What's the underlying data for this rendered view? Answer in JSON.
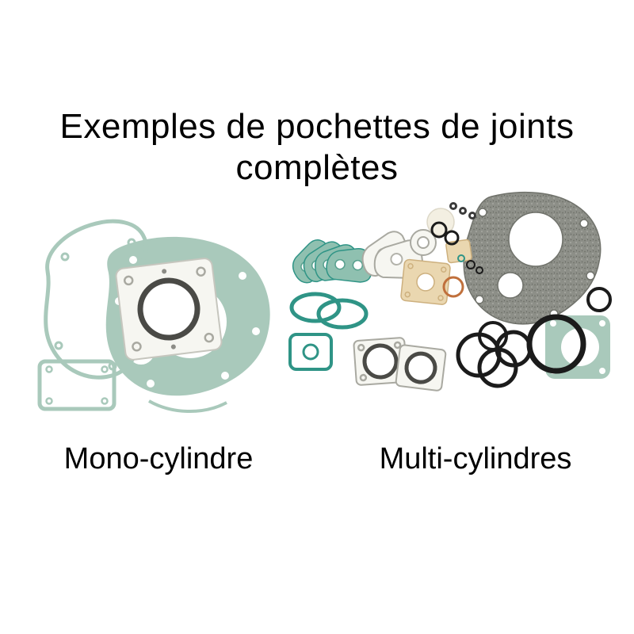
{
  "title": {
    "line1": "Exemples de pochettes de joints",
    "line2": "complètes"
  },
  "sections": {
    "mono": {
      "label": "Mono-cylindre",
      "image": "mono-cylinder-gasket-kit-photo"
    },
    "multi": {
      "label": "Multi-cylindres",
      "image": "multi-cylinder-gasket-kit-photo"
    }
  },
  "colors": {
    "background": "#ffffff",
    "text": "#000000",
    "gasket_teal": "#a9c9bb",
    "gasket_teal_mid": "#8fc0b0",
    "gasket_teal_dark": "#2f9486",
    "gasket_gray": "#8d8f88",
    "gasket_gray_dark": "#70726b",
    "gasket_tan": "#ead7b0",
    "tan_dark": "#cdb07e",
    "white_gasket": "#f6f6f1",
    "gray_line": "#a9a9a1",
    "bore_dark": "#4a4a46",
    "oring_black": "#1b1b1b",
    "oring_orange": "#c0703c"
  }
}
